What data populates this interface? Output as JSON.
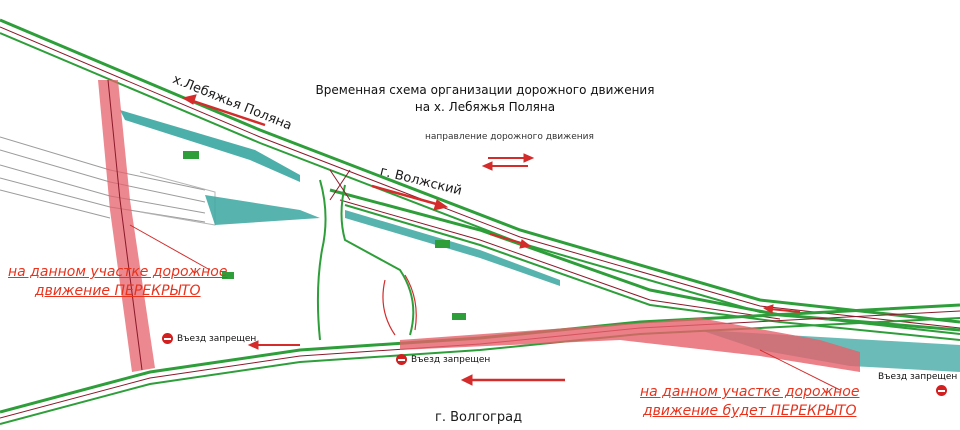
{
  "title": {
    "line1": "Временная схема организации дорожного движения",
    "line2": "на х. Лебяжья Поляна"
  },
  "direction_note": "направление дорожного движения",
  "places": {
    "lebyazhya": "х.Лебяжья Поляна",
    "volzhsky": "г. Волжский",
    "volgograd": "г. Волгоград"
  },
  "closures": {
    "left": {
      "line1": "на данном участке дорожное",
      "line2": "движение ПЕРЕКРЫТО"
    },
    "right": {
      "line1": "на данном участке дорожное",
      "line2": "движение будет ПЕРЕКРЫТО"
    }
  },
  "no_entry_label": "Въезд запрещен",
  "colors": {
    "road_outline": "#2e9e3a",
    "median_fill": "#3aa6a0",
    "closed_zone": "#e6606a",
    "arrow": "#d42b2b",
    "closure_text": "#e8321c",
    "road_axis": "#8b1a2a"
  }
}
